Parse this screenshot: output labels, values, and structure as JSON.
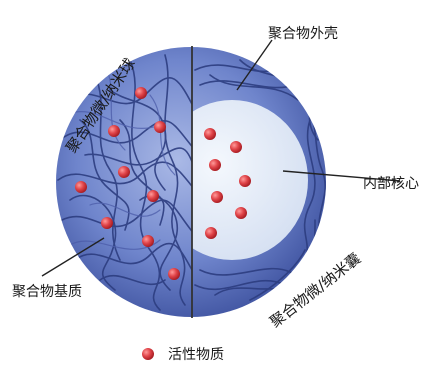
{
  "labels": {
    "polymer_shell": "聚合物外壳",
    "inner_core": "内部核心",
    "polymer_matrix": "聚合物基质",
    "legend_active": "活性物质",
    "microsphere_arc": "聚合物微/纳米球",
    "microcapsule_arc": "聚合物微/纳米囊"
  },
  "colors": {
    "sphere_blue": "#5d73bf",
    "fiber": "#2d3d80",
    "core": "#e4ecf7",
    "active_red": "#d9393f",
    "divider": "#333333"
  }
}
